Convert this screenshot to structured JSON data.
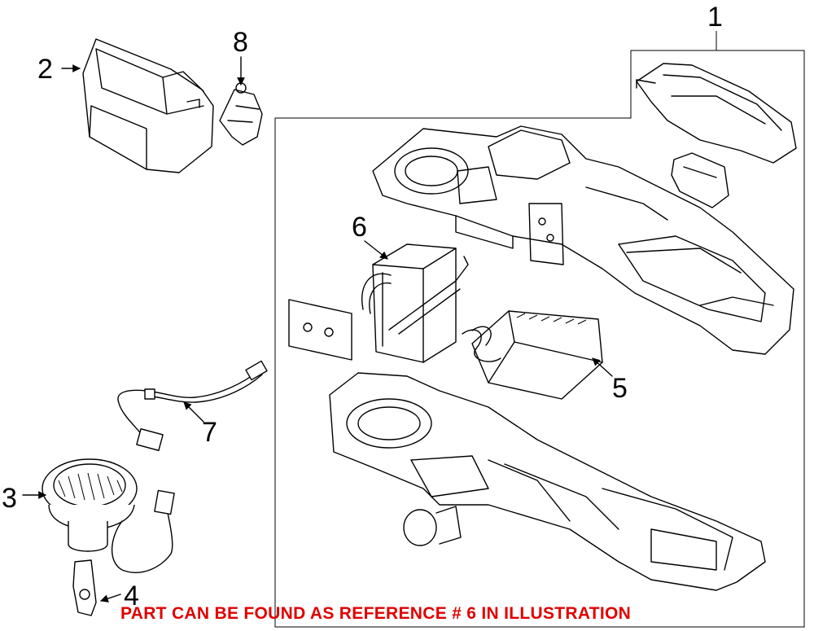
{
  "callouts": [
    "1",
    "2",
    "3",
    "4",
    "5",
    "6",
    "7",
    "8"
  ],
  "note": {
    "text": "PART CAN BE FOUND AS REFERENCE # 6 IN ILLUSTRATION",
    "color": "#e00000"
  }
}
